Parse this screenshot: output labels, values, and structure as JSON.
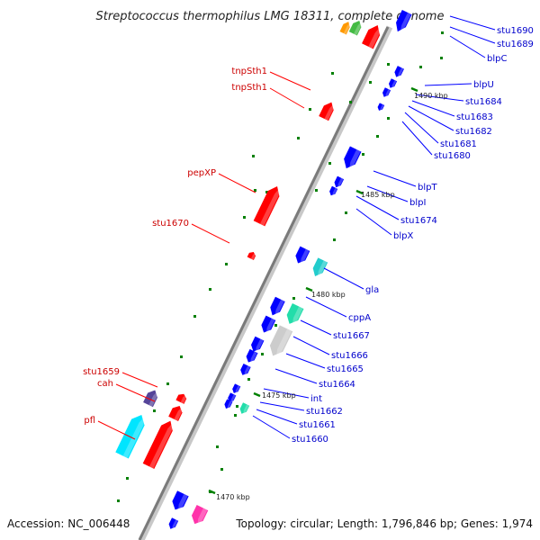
{
  "title": "Streptococcus thermophilus LMG 18311, complete genome",
  "footer": {
    "accession": "Accession: NC_006448",
    "topology": "Topology: circular; Length: 1,796,846 bp; Genes: 1,974"
  },
  "colors": {
    "forward": "#ff0000",
    "reverse": "#0000ff",
    "axis": "#808080",
    "tick": "#008000",
    "label_forward": "#cc0000",
    "label_reverse": "#0000cc"
  },
  "kbp_marks": [
    "1490 kbp",
    "1485 kbp",
    "1480 kbp",
    "1475 kbp",
    "1470 kbp"
  ],
  "labels_forward": [
    "tnpSth1",
    "tnpSth1",
    "pepXP",
    "stu1670",
    "stu1659",
    "cah",
    "pfl"
  ],
  "labels_reverse": [
    "stu1690",
    "stu1689",
    "blpC",
    "blpU",
    "stu1684",
    "stu1683",
    "stu1682",
    "stu1681",
    "stu1680",
    "blpT",
    "blpI",
    "stu1674",
    "blpX",
    "gla",
    "cppA",
    "stu1667",
    "stu1666",
    "stu1665",
    "stu1664",
    "int",
    "stu1662",
    "stu1661",
    "stu1660"
  ]
}
